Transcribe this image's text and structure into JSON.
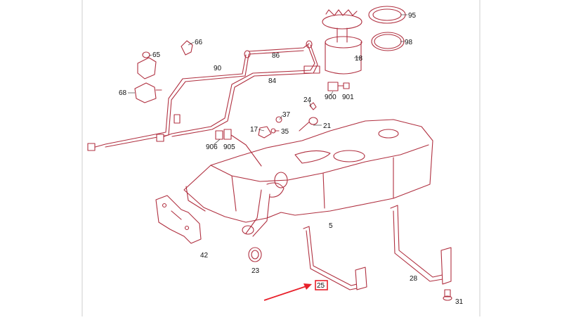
{
  "colors": {
    "line_art": "#b03040",
    "callout_text": "#111111",
    "highlight_arrow": "#e8202a",
    "highlight_box": "#e8202a",
    "background": "#ffffff"
  },
  "callouts": [
    {
      "id": "95",
      "text": "95"
    },
    {
      "id": "98",
      "text": "98"
    },
    {
      "id": "66",
      "text": "66"
    },
    {
      "id": "65",
      "text": "65"
    },
    {
      "id": "68",
      "text": "68"
    },
    {
      "id": "90",
      "text": "90"
    },
    {
      "id": "86",
      "text": "86"
    },
    {
      "id": "84",
      "text": "84"
    },
    {
      "id": "18",
      "text": "18"
    },
    {
      "id": "900",
      "text": "900"
    },
    {
      "id": "901",
      "text": "901"
    },
    {
      "id": "24",
      "text": "24"
    },
    {
      "id": "37",
      "text": "37"
    },
    {
      "id": "17",
      "text": "17"
    },
    {
      "id": "35",
      "text": "35"
    },
    {
      "id": "21",
      "text": "21"
    },
    {
      "id": "906",
      "text": "906"
    },
    {
      "id": "905",
      "text": "905"
    },
    {
      "id": "5",
      "text": "5"
    },
    {
      "id": "42",
      "text": "42"
    },
    {
      "id": "23",
      "text": "23"
    },
    {
      "id": "25",
      "text": "25"
    },
    {
      "id": "28",
      "text": "28"
    },
    {
      "id": "31",
      "text": "31"
    }
  ],
  "highlight": {
    "target": "25",
    "arrow_icon": "arrow-right-icon"
  }
}
